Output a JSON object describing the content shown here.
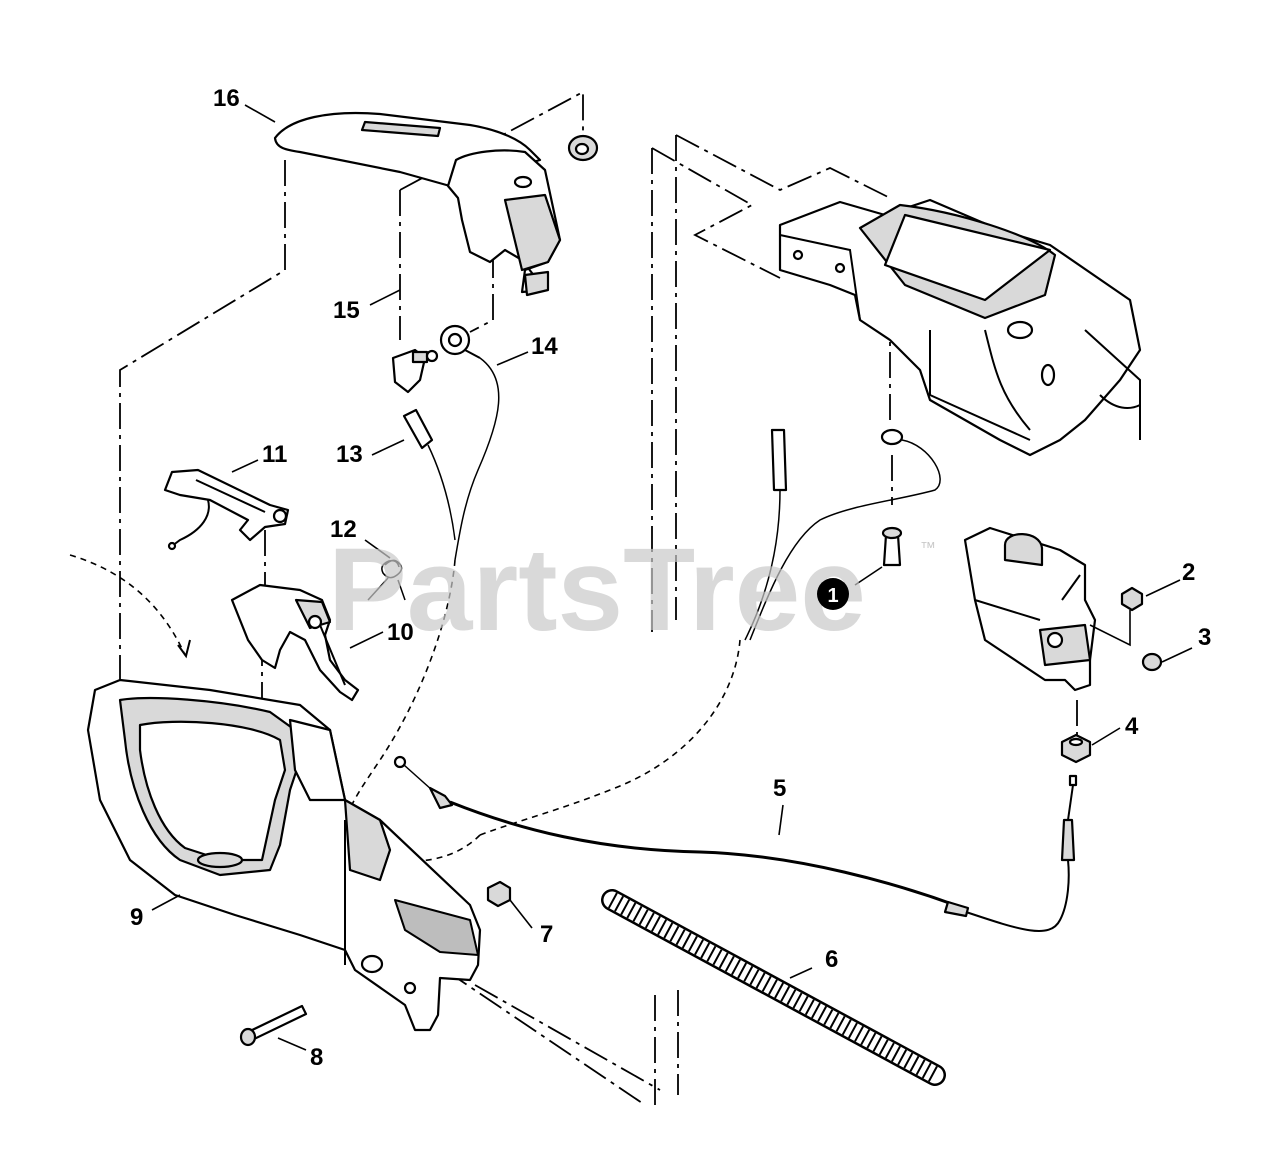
{
  "diagram": {
    "watermark": "PartsTree",
    "trademark": "™",
    "callouts": [
      {
        "id": "c16",
        "label": "16"
      },
      {
        "id": "c15",
        "label": "15"
      },
      {
        "id": "c14",
        "label": "14"
      },
      {
        "id": "c13",
        "label": "13"
      },
      {
        "id": "c11",
        "label": "11"
      },
      {
        "id": "c12",
        "label": "12"
      },
      {
        "id": "c10",
        "label": "10"
      },
      {
        "id": "c9",
        "label": "9"
      },
      {
        "id": "c8",
        "label": "8"
      },
      {
        "id": "c7",
        "label": "7"
      },
      {
        "id": "c6",
        "label": "6"
      },
      {
        "id": "c5",
        "label": "5"
      },
      {
        "id": "c4",
        "label": "4"
      },
      {
        "id": "c3",
        "label": "3"
      },
      {
        "id": "c2",
        "label": "2"
      },
      {
        "id": "c1",
        "label": "1"
      }
    ],
    "colors": {
      "ink": "#000000",
      "watermark": "#c9c9c9",
      "part_shade": "#d9d9d9"
    }
  }
}
